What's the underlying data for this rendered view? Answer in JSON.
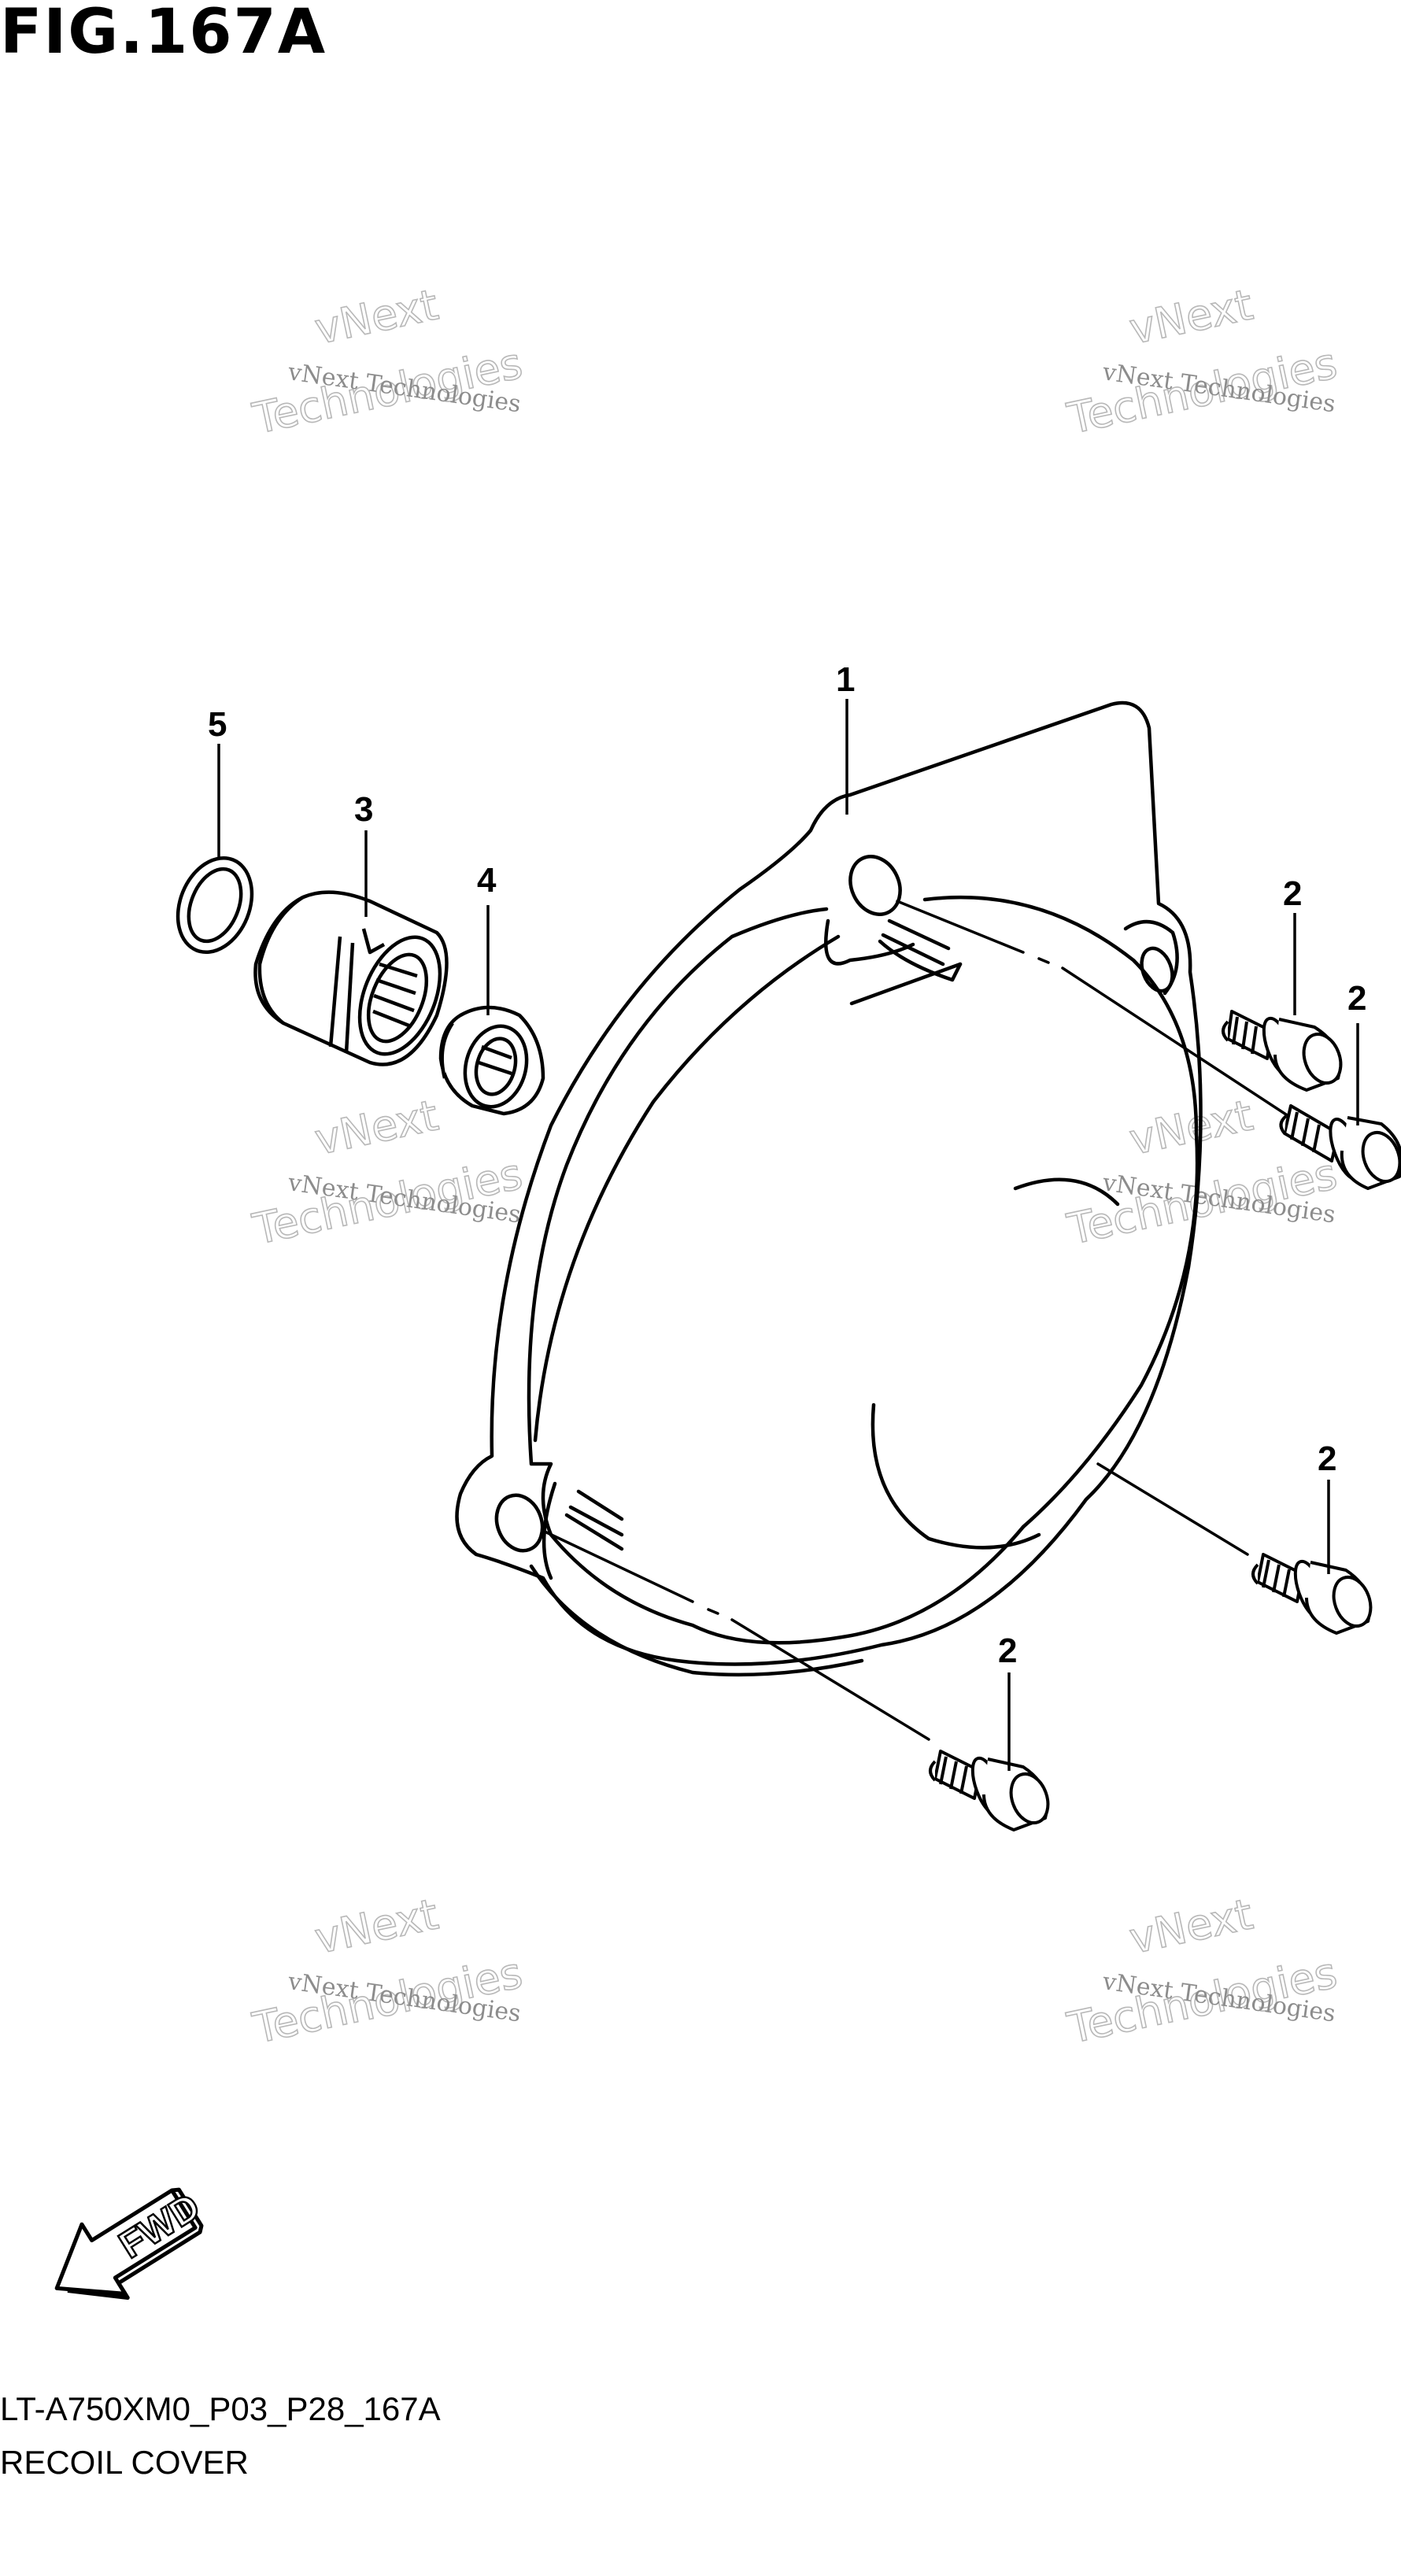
{
  "figure": {
    "title": "FIG.167A"
  },
  "watermark": {
    "line": "vNext Technologies",
    "word1": "vNext",
    "word2": "Technologies"
  },
  "callouts": {
    "cover": "1",
    "bolt_a": "2",
    "bolt_b": "2",
    "bolt_c": "2",
    "bolt_d": "2",
    "bushing": "3",
    "nut": "4",
    "o_ring": "5"
  },
  "fwd_arrow": {
    "label": "FWD"
  },
  "footer": {
    "code": "LT-A750XM0_P03_P28_167A",
    "name": "RECOIL COVER"
  }
}
